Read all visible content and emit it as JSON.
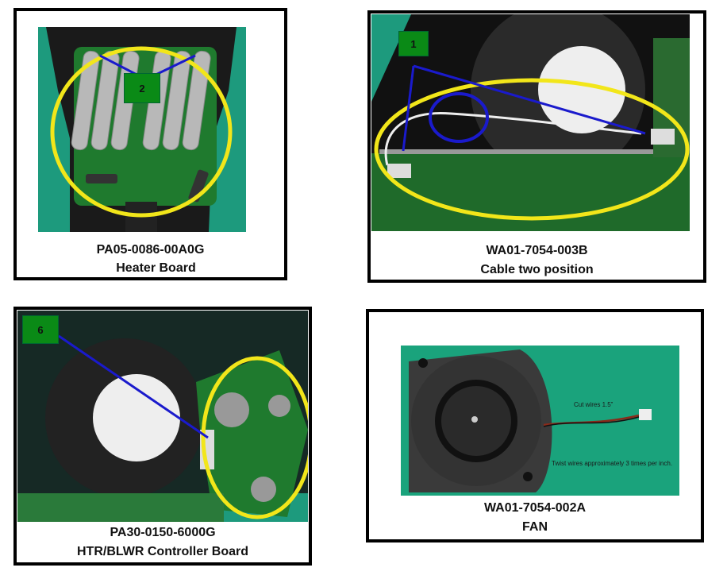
{
  "panels": [
    {
      "part_number": "PA05-0086-00A0G",
      "description": "Heater Board",
      "callout": "2"
    },
    {
      "part_number": "WA01-7054-003B",
      "description": "Cable two position",
      "callout": "1"
    },
    {
      "part_number": "PA30-0150-6000G",
      "description": "HTR/BLWR Controller Board",
      "callout": "6"
    },
    {
      "part_number": "WA01-7054-002A",
      "description": "FAN",
      "notes": [
        "Cut wires 1.5”",
        "Twist wires approximately 3 times per inch."
      ]
    }
  ],
  "colors": {
    "callout_fill": "#0a8a16",
    "highlight_ellipse": "#f2e61a",
    "pointer_arrow": "#1a1acc",
    "pcb_green": "#1f7a2e",
    "background_teal": "#1a9a7a"
  }
}
